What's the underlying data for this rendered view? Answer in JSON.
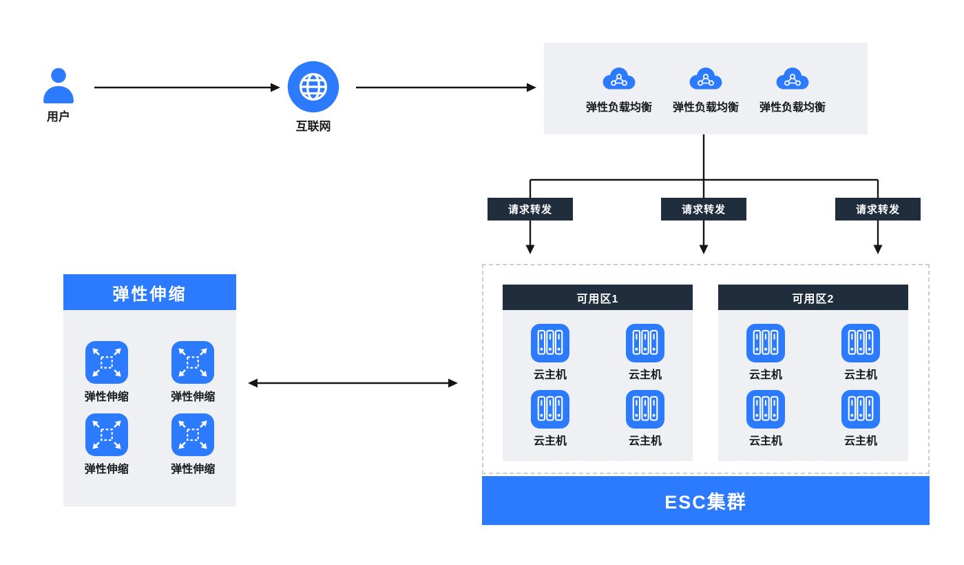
{
  "colors": {
    "accent_blue": "#2c7bfe",
    "dark_navy": "#1f2d3d",
    "panel_gray": "#eef0f3",
    "arrow_black": "#151515",
    "dashed_border": "#c8cdd6",
    "text_dark": "#1a1a1a",
    "text_white": "#ffffff"
  },
  "icons": {
    "user": "person-icon",
    "internet": "globe-icon",
    "load_balancer": "cloud-network-icon",
    "cloud_host": "server-rack-icon",
    "auto_scaling": "expand-arrows-icon"
  },
  "user": {
    "label": "用户"
  },
  "internet": {
    "label": "互联网"
  },
  "load_balancers": {
    "labels": [
      "弹性负载均衡",
      "弹性负载均衡",
      "弹性负载均衡"
    ]
  },
  "request_forward": [
    "请求转发",
    "请求转发",
    "请求转发"
  ],
  "cluster": {
    "banner": "ESC集群",
    "zones": [
      {
        "title": "可用区1",
        "hosts": [
          "云主机",
          "云主机",
          "云主机",
          "云主机"
        ]
      },
      {
        "title": "可用区2",
        "hosts": [
          "云主机",
          "云主机",
          "云主机",
          "云主机"
        ]
      }
    ]
  },
  "auto_scaling": {
    "title": "弹性伸缩",
    "items": [
      "弹性伸缩",
      "弹性伸缩",
      "弹性伸缩",
      "弹性伸缩"
    ]
  }
}
